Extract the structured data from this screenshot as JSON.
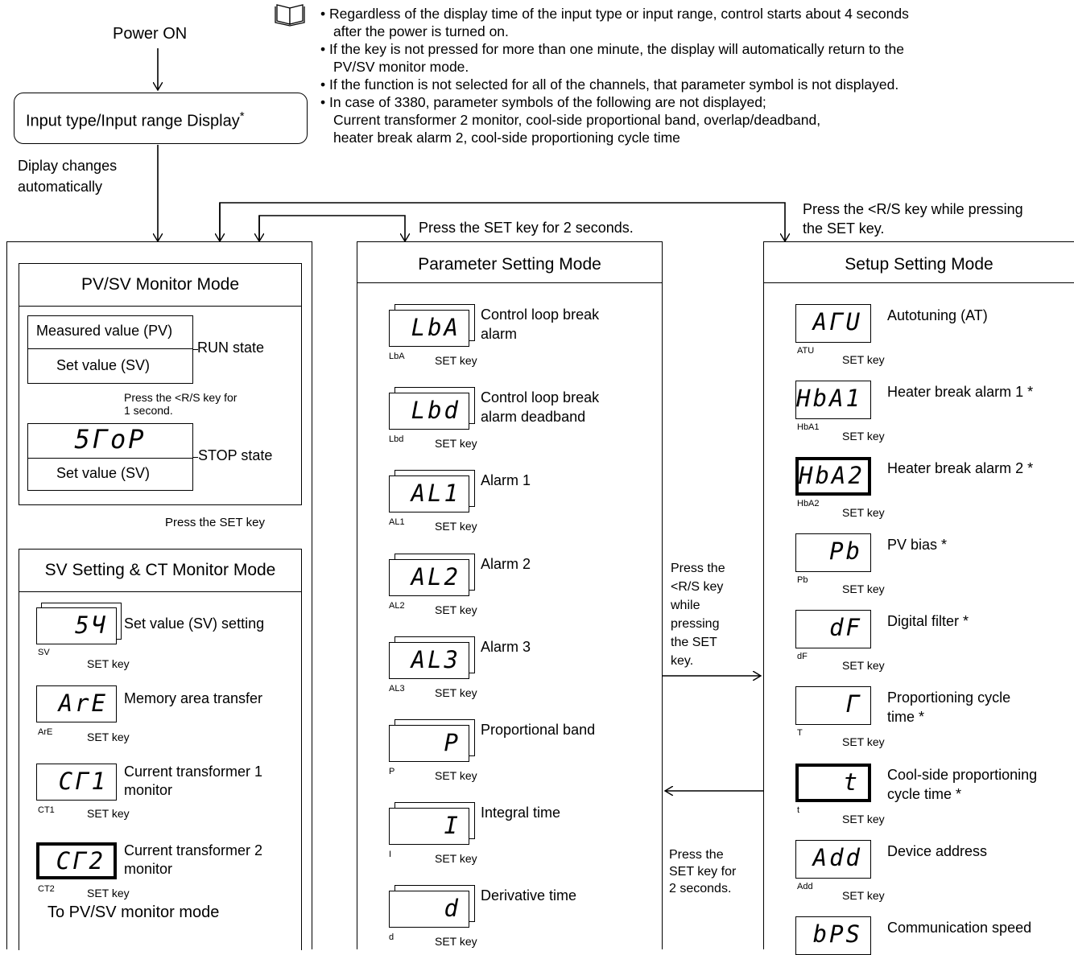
{
  "top": {
    "power_on": "Power ON",
    "input_display": "Input type/Input range Display",
    "asterisk": "*",
    "auto_change_line1": "Diplay changes",
    "auto_change_line2": "automatically"
  },
  "notes": [
    "• Regardless of the display time of the input type or input range, control starts about 4 seconds",
    "  after the power is turned on.",
    "• If the key is not pressed for more than one minute, the display will automatically return to the",
    "  PV/SV monitor mode.",
    "• If the function is not selected for all of the channels, that parameter symbol is not displayed.",
    "• In case of 3380, parameter symbols of the following are not displayed;",
    "  Current transformer 2 monitor, cool-side proportional band, overlap/deadband,",
    "  heater break alarm 2, cool-side proportioning cycle time"
  ],
  "arrows": {
    "press_set_2s": "Press the SET key for 2 seconds.",
    "press_rs_setup_line1": "Press the  <R/S key while pressing",
    "press_rs_setup_line2": "the SET key.",
    "press_set_key": "Press the SET key",
    "press_rs_1s_line1": "Press the <R/S key for",
    "press_rs_1s_line2": "1 second.",
    "middle_rs": [
      "Press the",
      "<R/S key",
      "while",
      "pressing",
      "the SET",
      "key."
    ],
    "middle_set": [
      "Press the",
      "SET key for",
      "2 seconds."
    ],
    "set_key": "SET key"
  },
  "pv_monitor": {
    "title": "PV/SV Monitor Mode",
    "measured": "Measured value (PV)",
    "set_value": "Set value (SV)",
    "run_state": "RUN state",
    "stop_code": "5ГoP",
    "stop_state": "STOP state",
    "set_value2": "Set value (SV)"
  },
  "sv_ct": {
    "title": "SV Setting & CT Monitor Mode",
    "items": [
      {
        "code": "5Ч",
        "mnemonic": "SV",
        "label1": "Set value (SV) setting",
        "label2": ""
      },
      {
        "code": "ArE",
        "mnemonic": "ArE",
        "label1": "Memory area transfer",
        "label2": ""
      },
      {
        "code": "CГ1",
        "mnemonic": "CT1",
        "label1": "Current transformer 1",
        "label2": "monitor"
      },
      {
        "code": "CГ2",
        "mnemonic": "CT2",
        "label1": "Current transformer 2",
        "label2": "monitor"
      }
    ],
    "to_pv": "To PV/SV monitor mode"
  },
  "parameter": {
    "title": "Parameter Setting Mode",
    "items": [
      {
        "code": "LbA",
        "mnemonic": "LbA",
        "label1": "Control loop break",
        "label2": "alarm"
      },
      {
        "code": "Lbd",
        "mnemonic": "Lbd",
        "label1": "Control loop break",
        "label2": "alarm deadband"
      },
      {
        "code": "AL1",
        "mnemonic": "AL1",
        "label1": "Alarm 1",
        "label2": ""
      },
      {
        "code": "AL2",
        "mnemonic": "AL2",
        "label1": "Alarm 2",
        "label2": ""
      },
      {
        "code": "AL3",
        "mnemonic": "AL3",
        "label1": "Alarm 3",
        "label2": ""
      },
      {
        "code": "P",
        "mnemonic": "P",
        "label1": "Proportional band",
        "label2": ""
      },
      {
        "code": "I",
        "mnemonic": "I",
        "label1": "Integral time",
        "label2": ""
      },
      {
        "code": "d",
        "mnemonic": "d",
        "label1": "Derivative time",
        "label2": ""
      }
    ]
  },
  "setup": {
    "title": "Setup Setting Mode",
    "items": [
      {
        "code": "AГU",
        "mnemonic": "ATU",
        "label1": "Autotuning (AT)",
        "label2": ""
      },
      {
        "code": "HbA1",
        "mnemonic": "HbA1",
        "label1": "Heater break alarm 1 *",
        "label2": ""
      },
      {
        "code": "HbA2",
        "mnemonic": "HbA2",
        "label1": "Heater break alarm 2 *",
        "label2": ""
      },
      {
        "code": "Pb",
        "mnemonic": "Pb",
        "label1": "PV bias *",
        "label2": ""
      },
      {
        "code": "dF",
        "mnemonic": "dF",
        "label1": "Digital filter *",
        "label2": ""
      },
      {
        "code": "Г",
        "mnemonic": "T",
        "label1": "Proportioning cycle",
        "label2": "time *"
      },
      {
        "code": "t",
        "mnemonic": "t",
        "label1": "Cool-side proportioning",
        "label2": "cycle time *"
      },
      {
        "code": "Add",
        "mnemonic": "Add",
        "label1": "Device address",
        "label2": ""
      },
      {
        "code": "bPS",
        "mnemonic": "",
        "label1": "Communication speed",
        "label2": ""
      }
    ]
  }
}
